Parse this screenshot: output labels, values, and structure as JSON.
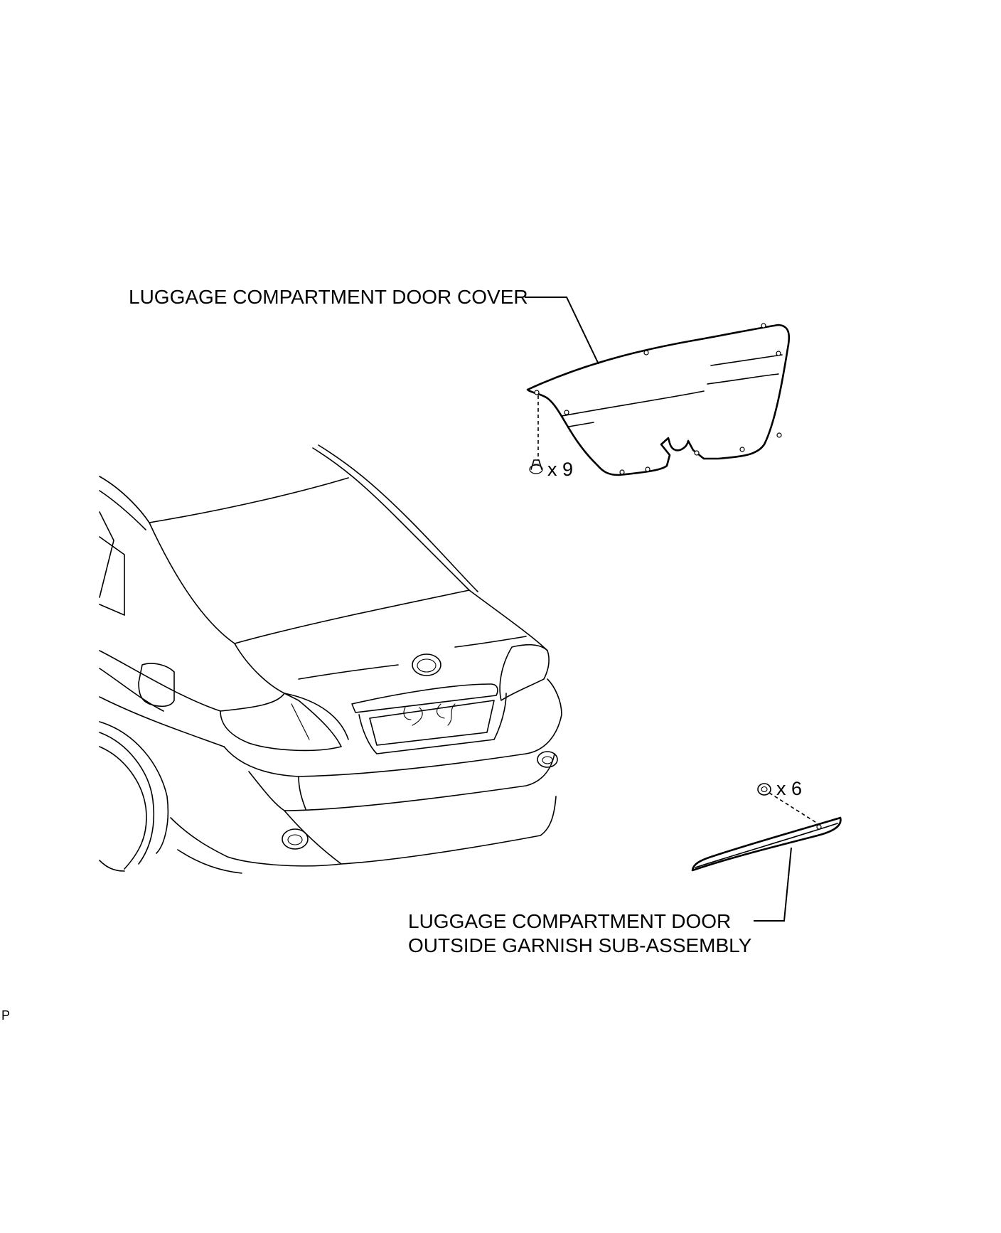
{
  "callouts": {
    "door_cover": "LUGGAGE COMPARTMENT DOOR COVER",
    "garnish_line1": "LUGGAGE COMPARTMENT DOOR",
    "garnish_line2": "OUTSIDE GARNISH SUB-ASSEMBLY"
  },
  "quantities": {
    "cover_clips": "x 9",
    "garnish_nuts": "x 6"
  },
  "page_code": "P"
}
